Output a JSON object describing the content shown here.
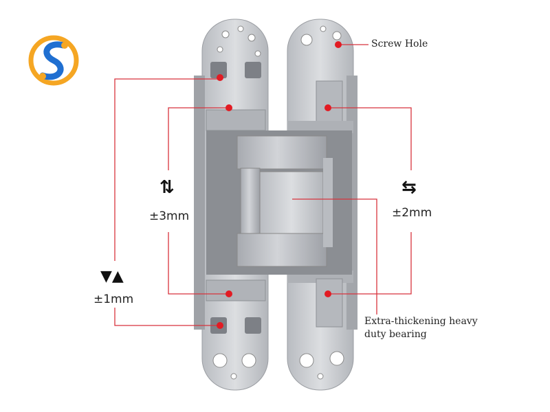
{
  "brand": {
    "logo_colors": {
      "blue": "#1f6fd1",
      "orange": "#f5a623"
    }
  },
  "colors": {
    "callout_line": "#d8323c",
    "marker_dot": "#e21b23",
    "hinge_metal": "#c9cbcf",
    "hinge_dark": "#8e9196"
  },
  "callouts": {
    "screw_hole": "Screw Hole",
    "bearing_line1": "Extra-thickening heavy",
    "bearing_line2": "duty bearing"
  },
  "adjustments": {
    "vertical": {
      "value": "±3mm",
      "icon": "up-down-arrows-icon"
    },
    "horizontal": {
      "value": "±2mm",
      "icon": "left-right-arrows-icon"
    },
    "depth": {
      "value": "±1mm",
      "icon": "depth-arrows-icon"
    }
  }
}
